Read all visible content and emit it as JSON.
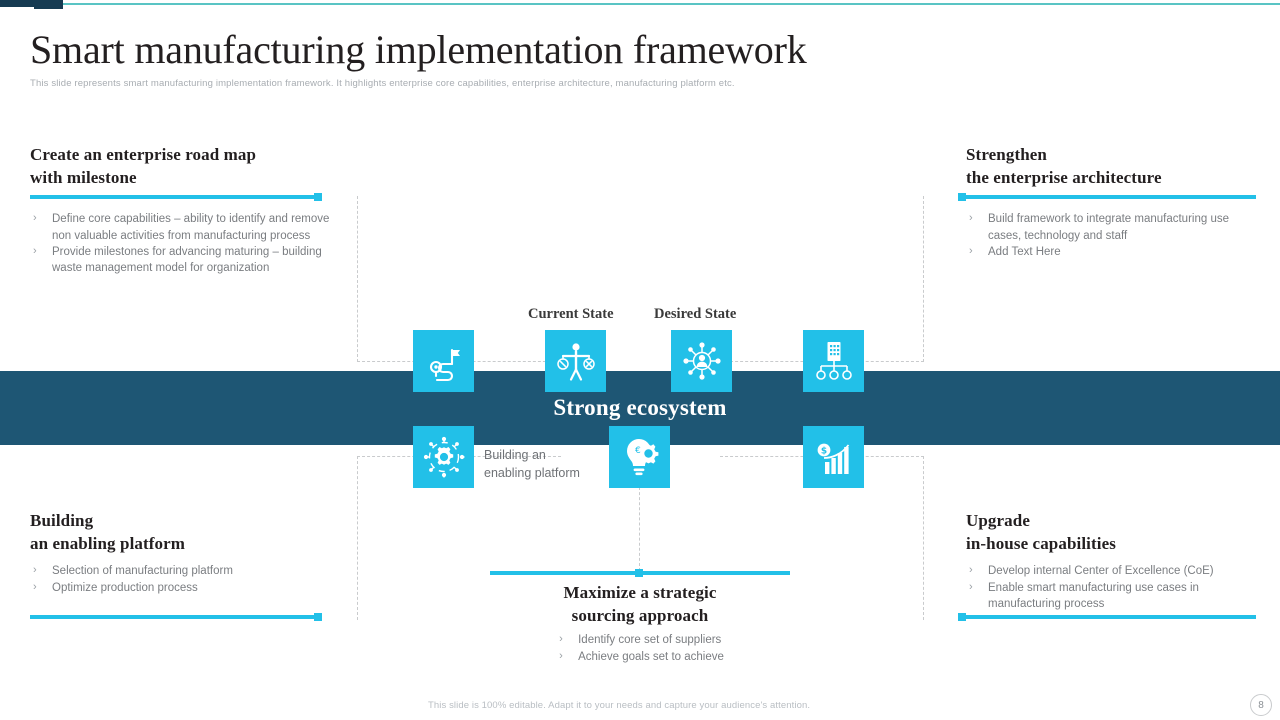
{
  "header": {
    "title": "Smart manufacturing implementation framework",
    "subtitle": "This slide represents smart manufacturing implementation  framework. It highlights enterprise core capabilities, enterprise architecture, manufacturing platform etc."
  },
  "colors": {
    "accent_cyan": "#22c0e8",
    "banner_navy": "#1e5674",
    "top_rule_teal": "#59c4c4",
    "top_rule_navy": "#163b52",
    "body_text": "#7a7d81",
    "heading_text": "#231f20"
  },
  "banner": {
    "label": "Strong ecosystem"
  },
  "center": {
    "state_labels": {
      "current": "Current State",
      "desired": "Desired State"
    },
    "platform_note": "Building an\nenabling platform",
    "platform_note_line1": "Building an",
    "platform_note_line2": "enabling platform",
    "icons_top": [
      {
        "name": "roadmap-flag-icon",
        "label": "roadmap with milestone flag"
      },
      {
        "name": "balance-scale-person-icon",
        "label": "person holding balance scales"
      },
      {
        "name": "network-person-icon",
        "label": "person in connected network"
      },
      {
        "name": "org-building-icon",
        "label": "building with org chart"
      }
    ],
    "icons_bottom": [
      {
        "name": "gear-network-icon",
        "label": "gear inside network ring"
      },
      {
        "name": "lightbulb-gear-icon",
        "label": "lightbulb with gear"
      },
      {
        "name": "growth-chart-dollar-icon",
        "label": "rising bar chart with dollar"
      }
    ]
  },
  "blocks": {
    "top_left": {
      "heading_line1": "Create an enterprise road map",
      "heading_line2": "with milestone",
      "bullets": [
        "Define  core capabilities – ability to identify  and remove  non valuable  activities from manufacturing  process",
        "Provide  milestones for advancing  maturing – building waste  management  model for organization"
      ]
    },
    "top_right": {
      "heading_line1": "Strengthen",
      "heading_line2": "the enterprise architecture",
      "bullets": [
        "Build framework  to integrate manufacturing use cases, technology  and staff",
        "Add Text Here"
      ]
    },
    "bottom_left": {
      "heading_line1": "Building",
      "heading_line2": "an enabling platform",
      "bullets": [
        "Selection of manufacturing  platform",
        "Optimize production  process"
      ]
    },
    "bottom_right": {
      "heading_line1": "Upgrade",
      "heading_line2": "in-house capabilities",
      "bullets": [
        "Develop  internal Center  of Excellence (CoE)",
        "Enable smart manufacturing  use cases in manufacturing  process"
      ]
    },
    "bottom_center": {
      "heading_line1": "Maximize a strategic",
      "heading_line2": "sourcing approach",
      "bullets": [
        "Identify  core  set of suppliers",
        "Achieve  goals set to achieve"
      ]
    }
  },
  "footer": {
    "note": "This slide is 100% editable. Adapt it to your needs and capture your audience's attention.",
    "page_number": "8"
  },
  "bullet_marker": "›"
}
